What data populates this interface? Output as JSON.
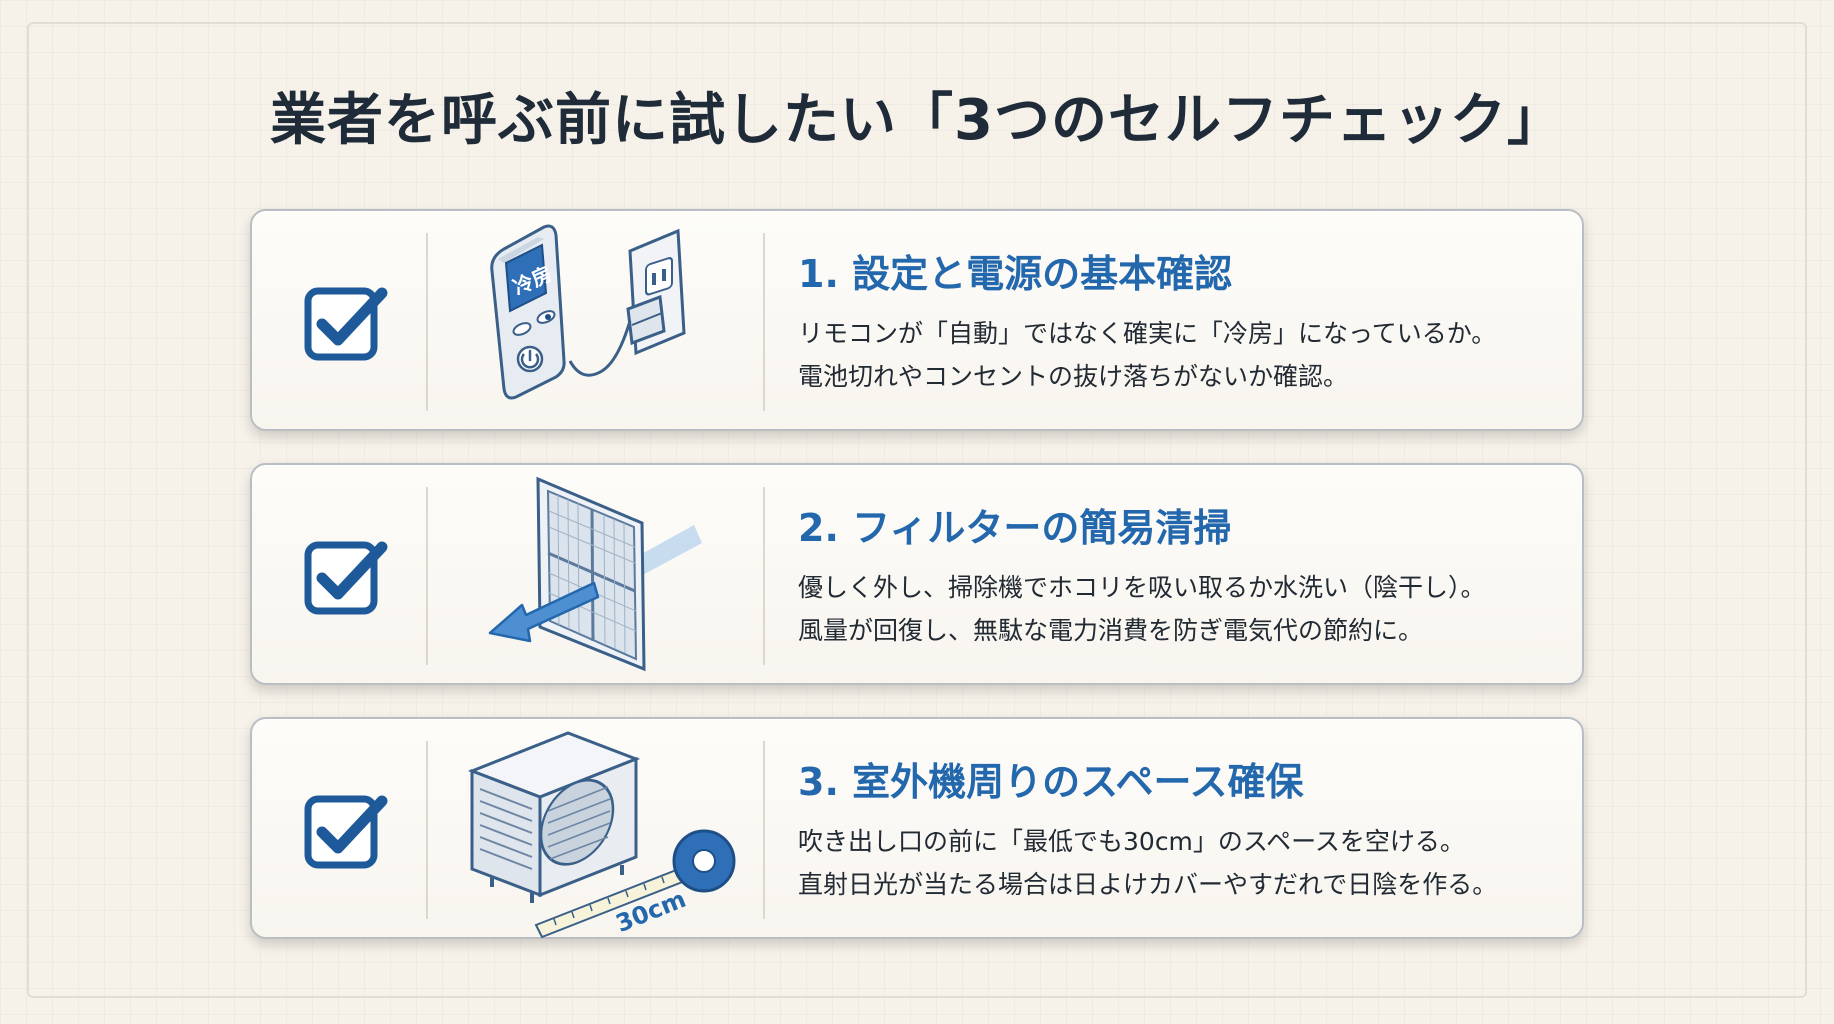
{
  "title": "業者を呼ぶ前に試したい「3つのセルフチェック」",
  "colors": {
    "accent_blue": "#2367ad",
    "check_blue": "#1e5a99",
    "text_dark": "#222a33",
    "background": "#f6f2ea"
  },
  "checks": [
    {
      "icon": "checkbox-checked-icon",
      "illustration": "remote-and-outlet-icon",
      "remote_label": "冷房",
      "title": "1. 設定と電源の基本確認",
      "lines": [
        "リモコンが「自動」ではなく確実に「冷房」になっているか。",
        "電池切れやコンセントの抜け落ちがないか確認。"
      ]
    },
    {
      "icon": "checkbox-checked-icon",
      "illustration": "filter-removal-icon",
      "title": "2. フィルターの簡易清掃",
      "lines": [
        "優しく外し、掃除機でホコリを吸い取るか水洗い（陰干し）。",
        "風量が回復し、無駄な電力消費を防ぎ電気代の節約に。"
      ]
    },
    {
      "icon": "checkbox-checked-icon",
      "illustration": "outdoor-unit-tape-measure-icon",
      "measure_label": "30cm",
      "title": "3. 室外機周りのスペース確保",
      "lines": [
        "吹き出し口の前に「最低でも30cm」のスペースを空ける。",
        "直射日光が当たる場合は日よけカバーやすだれで日陰を作る。"
      ]
    }
  ]
}
